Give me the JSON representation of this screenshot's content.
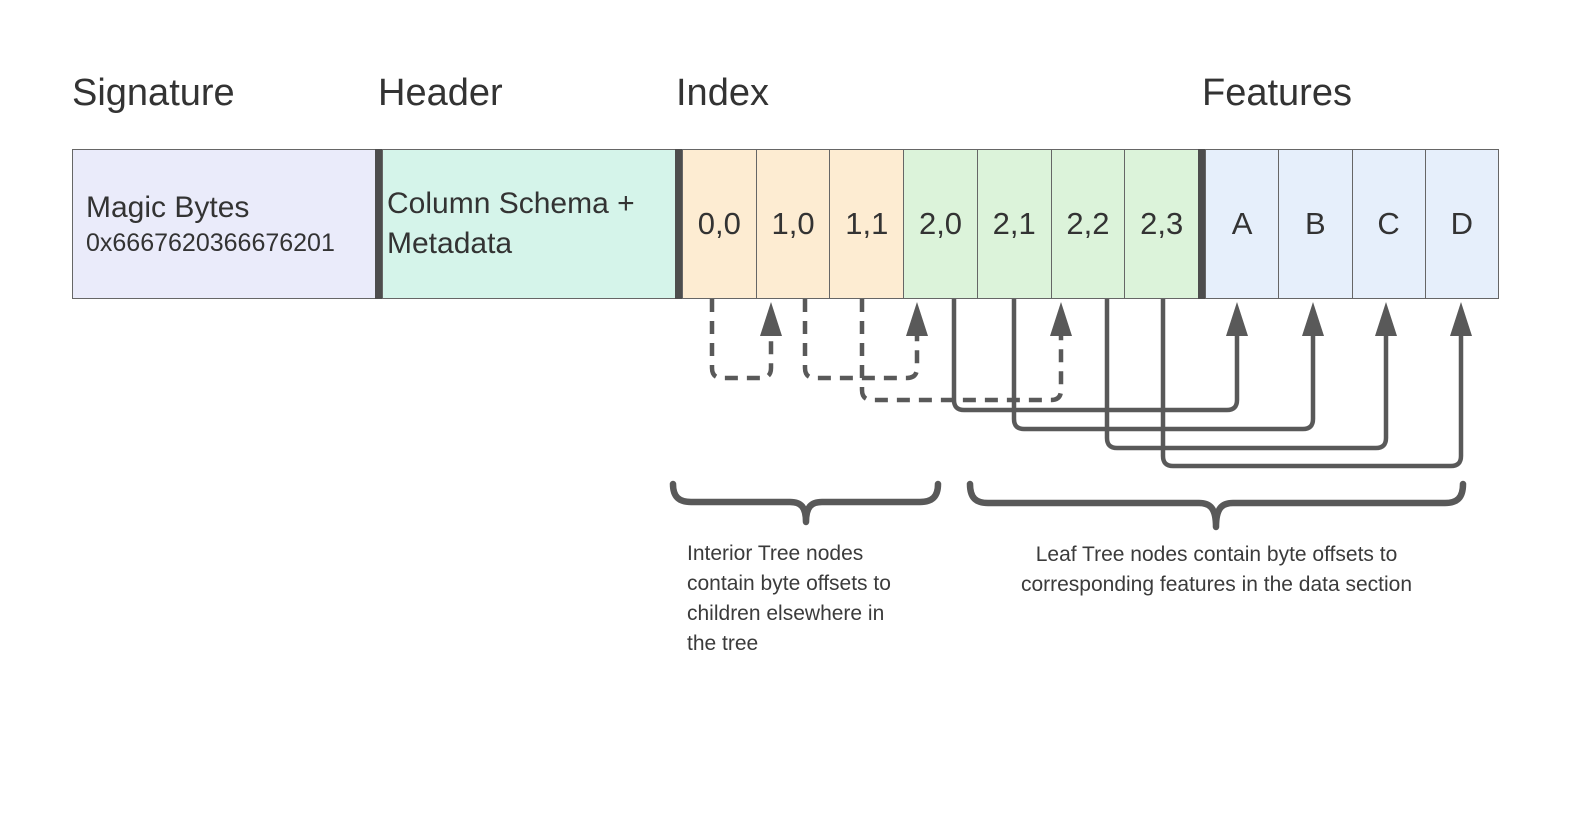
{
  "sections": {
    "signature": {
      "label": "Signature",
      "fill": "#eaebfa",
      "cell": {
        "title": "Magic Bytes",
        "subtitle": "0x6667620366676201"
      }
    },
    "header": {
      "label": "Header",
      "fill": "#d5f4ea",
      "cell": {
        "text": "Column Schema + Metadata"
      }
    },
    "index": {
      "label": "Index",
      "interior_fill": "#fdecd2",
      "leaf_fill": "#dcf3da",
      "cells": [
        {
          "label": "0,0",
          "kind": "interior"
        },
        {
          "label": "1,0",
          "kind": "interior"
        },
        {
          "label": "1,1",
          "kind": "interior"
        },
        {
          "label": "2,0",
          "kind": "leaf"
        },
        {
          "label": "2,1",
          "kind": "leaf"
        },
        {
          "label": "2,2",
          "kind": "leaf"
        },
        {
          "label": "2,3",
          "kind": "leaf"
        }
      ]
    },
    "features": {
      "label": "Features",
      "fill": "#e6effb",
      "cells": [
        "A",
        "B",
        "C",
        "D"
      ]
    }
  },
  "connections": {
    "interior_pointers": [
      {
        "from": "0,0",
        "to": "1,0",
        "style": "dashed"
      },
      {
        "from": "1,0",
        "to": "2,0",
        "style": "dashed"
      },
      {
        "from": "1,1",
        "to": "2,2",
        "style": "dashed"
      }
    ],
    "leaf_pointers": [
      {
        "from": "2,0",
        "to": "A",
        "style": "solid"
      },
      {
        "from": "2,1",
        "to": "B",
        "style": "solid"
      },
      {
        "from": "2,2",
        "to": "C",
        "style": "solid"
      },
      {
        "from": "2,3",
        "to": "D",
        "style": "solid"
      }
    ]
  },
  "annotations": {
    "interior_note": {
      "lines": [
        "Interior Tree nodes",
        "contain byte offsets to",
        "children elsewhere in",
        "the tree"
      ]
    },
    "leaf_note": {
      "lines": [
        "Leaf Tree nodes contain byte offsets to",
        "corresponding features in the data section"
      ]
    }
  },
  "colors": {
    "arrow": "#595959",
    "separator": "#4d4d4d",
    "cell_border": "#666666",
    "text": "#333333",
    "background": "#ffffff"
  }
}
